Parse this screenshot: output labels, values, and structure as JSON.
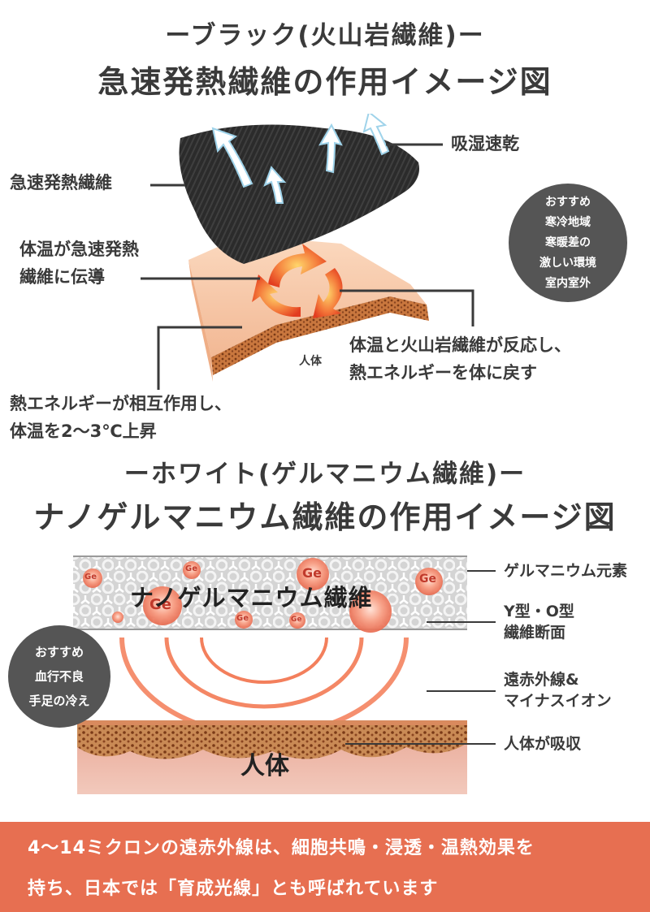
{
  "section1": {
    "subtitle": "ーブラック(火山岩繊維)ー",
    "title": "急速発熱繊維の作用イメージ図",
    "labels": {
      "fiber": "急速発熱繊維",
      "moisture": "吸湿速乾",
      "conduct_line1": "体温が急速発熱",
      "conduct_line2": "繊維に伝導",
      "react_line1": "体温と火山岩繊維が反応し、",
      "react_line2": "熱エネルギーを体に戻す",
      "effect_line1": "熱エネルギーが相互作用し、",
      "effect_line2": "体温を2〜3℃上昇",
      "body_small": "人体"
    },
    "recommend": [
      "おすすめ",
      "寒冷地域",
      "寒暖差の",
      "激しい環境",
      "室内室外"
    ]
  },
  "section2": {
    "subtitle": "ーホワイト(ゲルマニウム繊維)ー",
    "title": "ナノゲルマニウム繊維の作用イメージ図",
    "fiber_label": "ナノゲルマニウム繊維",
    "ge_symbol": "Ge",
    "body_label": "人体",
    "labels": {
      "element": "ゲルマニウム元素",
      "section_line1": "Y型・O型",
      "section_line2": "繊維断面",
      "ray_line1": "遠赤外線&",
      "ray_line2": "マイナスイオン",
      "absorb": "人体が吸収"
    },
    "recommend": [
      "おすすめ",
      "血行不良",
      "手足の冷え"
    ]
  },
  "footer": {
    "line1": "4〜14ミクロンの遠赤外線は、細胞共鳴・浸透・温熱効果を",
    "line2": "持ち、日本では「育成光線」とも呼ばれています"
  },
  "colors": {
    "accent": "#e76f51",
    "text": "#3a3a3a",
    "badge": "#555555",
    "skin": "#f6c9a8",
    "fiber_black": "#2b2b2b"
  }
}
